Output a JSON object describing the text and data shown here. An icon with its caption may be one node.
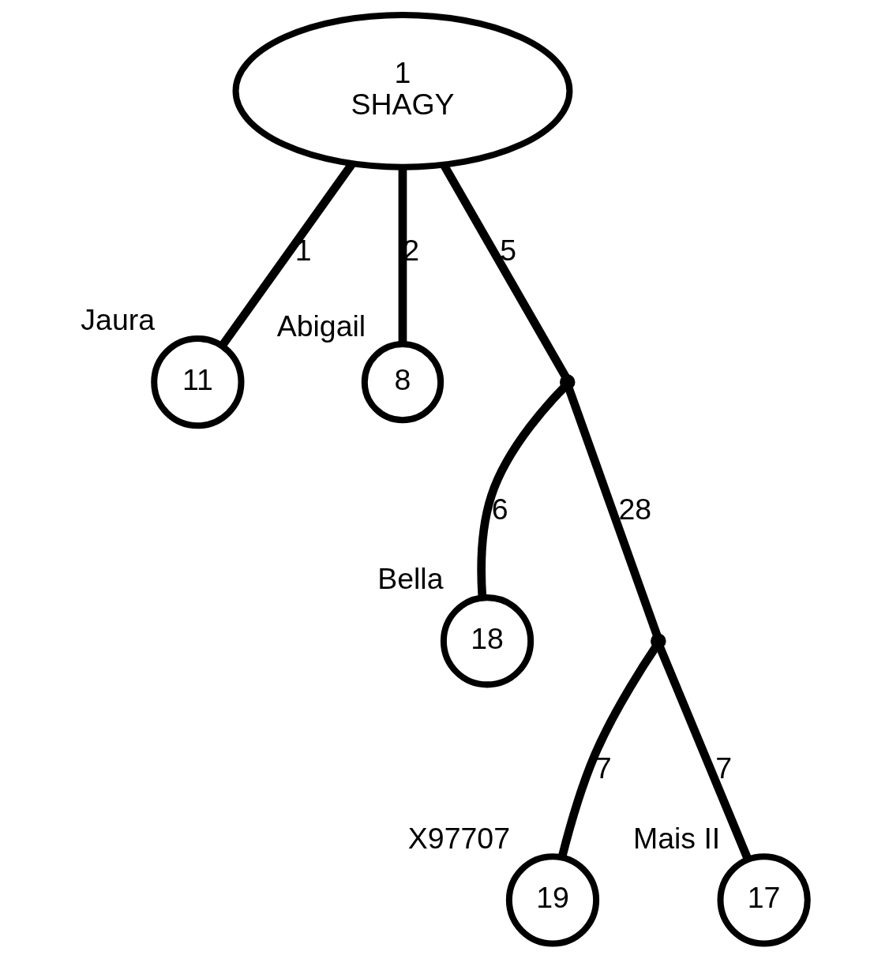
{
  "diagram": {
    "nodes": [
      {
        "text": [
          "1",
          "SHAGY"
        ]
      },
      {
        "text": [
          "11"
        ],
        "beside": [
          "Jaura"
        ]
      },
      {
        "text": [
          "8"
        ],
        "beside": [
          "Abigail"
        ]
      },
      {
        "text": [],
        "shape": "point"
      },
      {
        "text": [
          "18"
        ],
        "beside": [
          "Bella"
        ]
      },
      {
        "text": [],
        "shape": "point"
      },
      {
        "text": [
          "19"
        ],
        "beside": [
          "X97707"
        ]
      },
      {
        "text": [
          "17"
        ],
        "beside": [
          "Mais II"
        ]
      }
    ],
    "edges": [
      {
        "from": 0,
        "to": 1,
        "arrow": "none",
        "label": "1"
      },
      {
        "from": 0,
        "to": 2,
        "arrow": "none",
        "label": "2"
      },
      {
        "from": 0,
        "to": 3,
        "arrow": "none",
        "label": "5"
      },
      {
        "from": 3,
        "to": 4,
        "arrow": "none",
        "label": "6"
      },
      {
        "from": 3,
        "to": 5,
        "arrow": "none",
        "label": "28"
      },
      {
        "from": 5,
        "to": 6,
        "arrow": "none",
        "label": "7"
      },
      {
        "from": 5,
        "to": 7,
        "arrow": "none",
        "label": "7"
      }
    ]
  }
}
